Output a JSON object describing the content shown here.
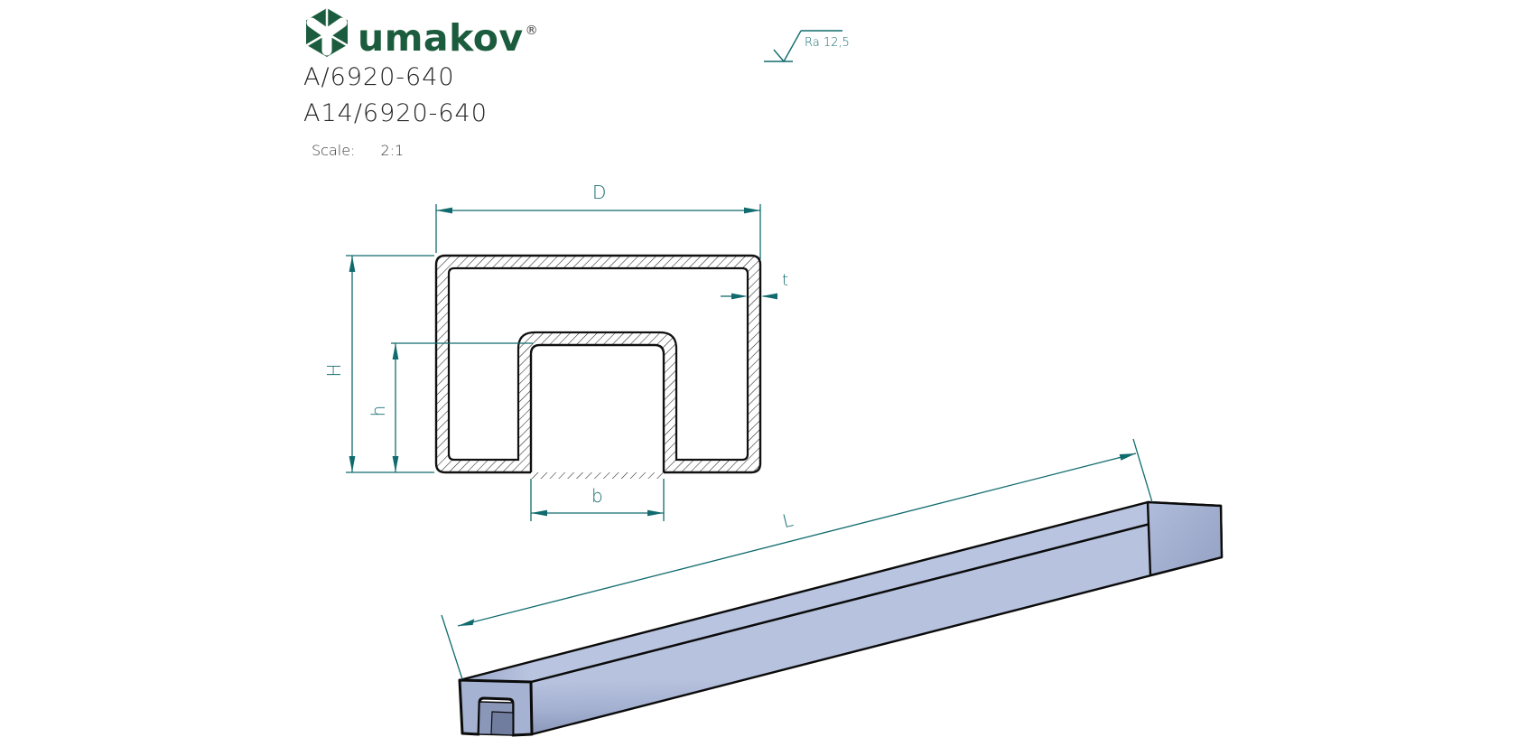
{
  "header": {
    "brand": {
      "logo_text": "umakov",
      "registered_mark": "®"
    },
    "part_numbers": [
      "A/6920-640",
      "A14/6920-640"
    ],
    "scale_label": "Scale:",
    "scale_value": "2:1"
  },
  "surface_finish": {
    "label": "Ra 12,5"
  },
  "cross_section": {
    "dim_width": "D",
    "dim_height": "H",
    "dim_slot_height": "h",
    "dim_slot_width": "b",
    "dim_thickness": "t"
  },
  "iso_view": {
    "dim_length": "L"
  },
  "colors": {
    "dimension_teal": "#116b6e",
    "logo_green": "#1c5c3e",
    "outline_black": "#111111",
    "bar_fill_light": "#b6c2de",
    "bar_fill_dark": "#8a97ba",
    "background": "#ffffff"
  }
}
